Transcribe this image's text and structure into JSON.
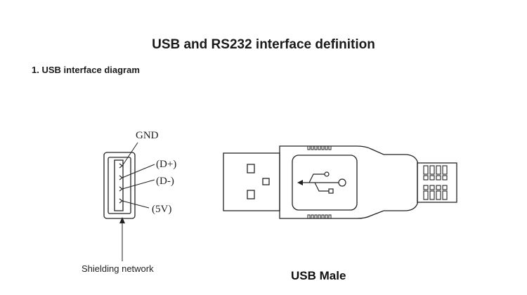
{
  "document": {
    "title": "USB and RS232 interface definition",
    "section_heading": "1. USB interface diagram"
  },
  "female_port": {
    "pin_labels": {
      "gnd": "GND",
      "d_plus": "(D+)",
      "d_minus": "(D-)",
      "vcc": "(5V)"
    },
    "shield_caption": "Shielding network"
  },
  "male_plug": {
    "caption": "USB Male",
    "icon": "usb-trident-icon"
  }
}
